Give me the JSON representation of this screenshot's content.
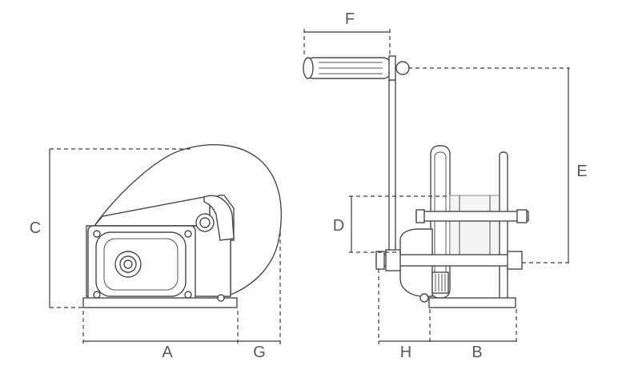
{
  "diagram": {
    "dimension_labels": {
      "a": "A",
      "b": "B",
      "c": "C",
      "d": "D",
      "e": "E",
      "f": "F",
      "g": "G",
      "h": "H"
    }
  }
}
